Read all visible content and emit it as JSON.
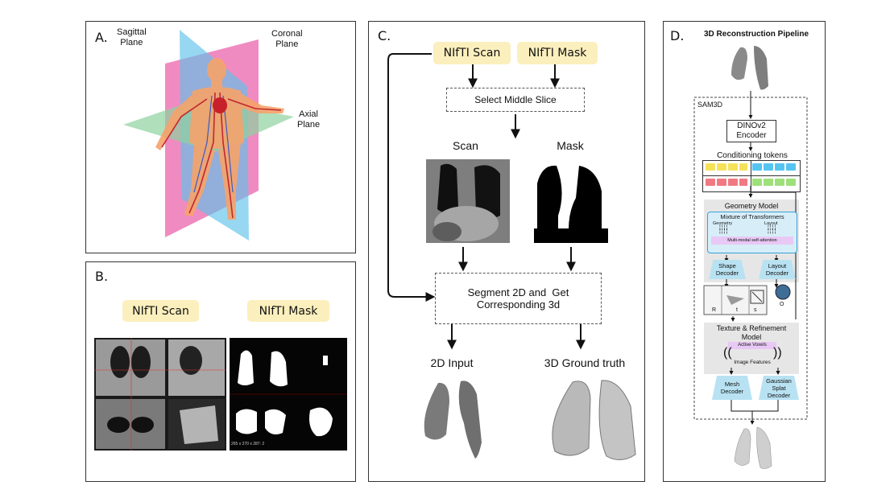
{
  "panels": {
    "a": {
      "label": "A.",
      "sagittal": "Sagittal\nPlane",
      "coronal": "Coronal\nPlane",
      "axial": "Axial\nPlane"
    },
    "b": {
      "label": "B.",
      "scan_label": "NIfTI Scan",
      "mask_label": "NIfTI Mask",
      "mask_footer": "265 x 270 x 287: 2"
    },
    "c": {
      "label": "C.",
      "scan_pill": "NIfTI Scan",
      "mask_pill": "NIfTI Mask",
      "select_slice": "Select Middle Slice",
      "scan_caption": "Scan",
      "mask_caption": "Mask",
      "segment_box": "Segment 2D and  Get\nCorresponding 3d",
      "input_2d": "2D Input",
      "ground_truth": "3D Ground truth"
    },
    "d": {
      "label": "D.",
      "title": "3D Reconstruction Pipeline",
      "sam3d": "SAM3D",
      "encoder": "DINOv2\nEncoder",
      "cond_tokens": "Conditioning tokens",
      "geometry_model": "Geometry Model",
      "mot": "Mixture of Transformers",
      "geometry": "Geometry",
      "layout": "Layout",
      "mm_attention": "Multi-modal self-attention",
      "shape_decoder": "Shape\nDecoder",
      "layout_decoder": "Layout\nDecoder",
      "r": "R",
      "t": "t",
      "s": "s",
      "o": "O",
      "texture_model": "Texture & Refinement\nModel",
      "active_voxels": "Active Voxels",
      "image_features": "Image Features",
      "mesh_decoder": "Mesh\nDecoder",
      "gaussian_decoder": "Gaussian\nSplat\nDecoder"
    }
  },
  "colors": {
    "pill": "#fbefbd",
    "decoder": "#b8e2f2",
    "token_yellow": "#f6e15a",
    "token_blue": "#55c4f1",
    "token_red": "#f17a82",
    "token_green": "#9fe07a",
    "attention": "#e8c8f4",
    "gray_panel": "#e6e6e6"
  }
}
